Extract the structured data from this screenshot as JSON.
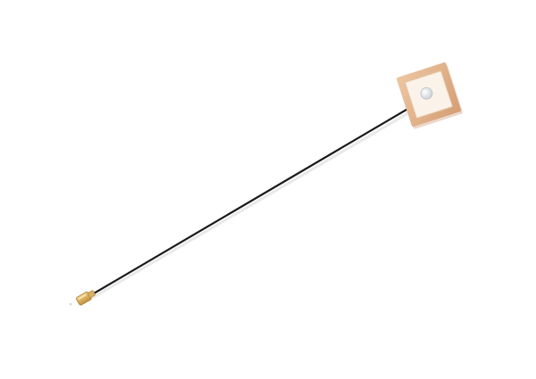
{
  "photo": {
    "background_color": "#ffffff",
    "subject": "patch-antenna-with-cable",
    "parts": {
      "antenna_patch": {
        "icon": "ceramic-patch-antenna",
        "frame_color": "#e2b48e",
        "frame_shadow_color": "#c89069",
        "face_color": "#fbf3ea",
        "feed_point_color": "#d9dfe3"
      },
      "cable": {
        "icon": "coaxial-cable",
        "color": "#1b1b1b"
      },
      "connector": {
        "icon": "ufl-connector",
        "color": "#d2a552",
        "highlight_color": "#f0d088"
      }
    }
  }
}
